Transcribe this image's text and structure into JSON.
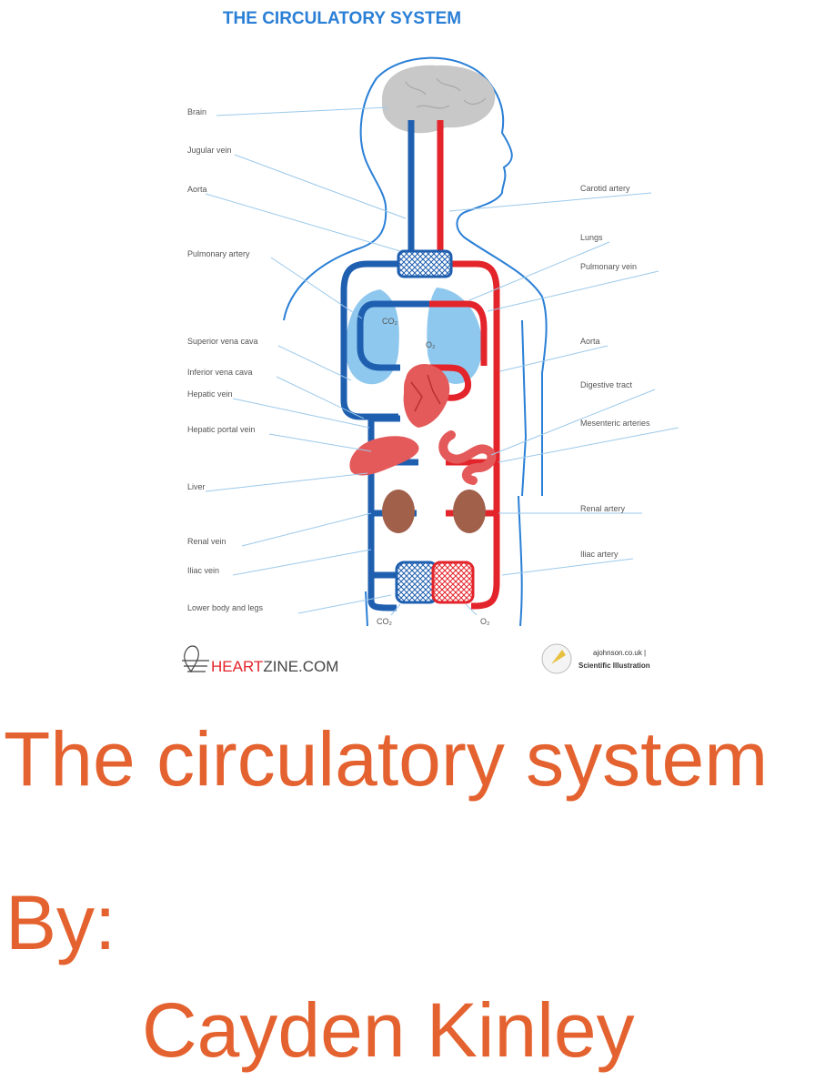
{
  "diagram": {
    "heading": "THE CIRCULATORY SYSTEM",
    "labels_left": [
      "Brain",
      "Jugular vein",
      "Aorta",
      "Pulmonary artery",
      "Superior vena cava",
      "Inferior vena cava",
      "Hepatic vein",
      "Hepatic portal vein",
      "Liver",
      "Renal vein",
      "Iliac vein",
      "Lower body and legs"
    ],
    "labels_right": [
      "Carotid artery",
      "Lungs",
      "Pulmonary vein",
      "Aorta",
      "Digestive tract",
      "Mesenteric arteries",
      "Renal artery",
      "Iliac artery"
    ],
    "gas_labels": [
      "CO₂",
      "O₂",
      "CO₂",
      "O₂"
    ],
    "logo": {
      "prefix": "HEART",
      "suffix": "ZINE.COM"
    },
    "credit": [
      "ajohnson.co.uk |",
      "Scientific Illustration"
    ]
  },
  "poster": {
    "title": "The circulatory system",
    "by_label": "By:",
    "author": "Cayden Kinley"
  },
  "colors": {
    "vein": "#1f5fb0",
    "artery": "#e3242b",
    "lung": "#8fc8ee",
    "organ": "#e45a5a",
    "kidney": "#a0604a",
    "brain": "#c8c8c8",
    "body_outline": "#2a7fd6",
    "heading": "#2a7fd6",
    "leader_line": "#9cc9ea",
    "label_text": "#555555",
    "poster_text": "#e4622f"
  }
}
